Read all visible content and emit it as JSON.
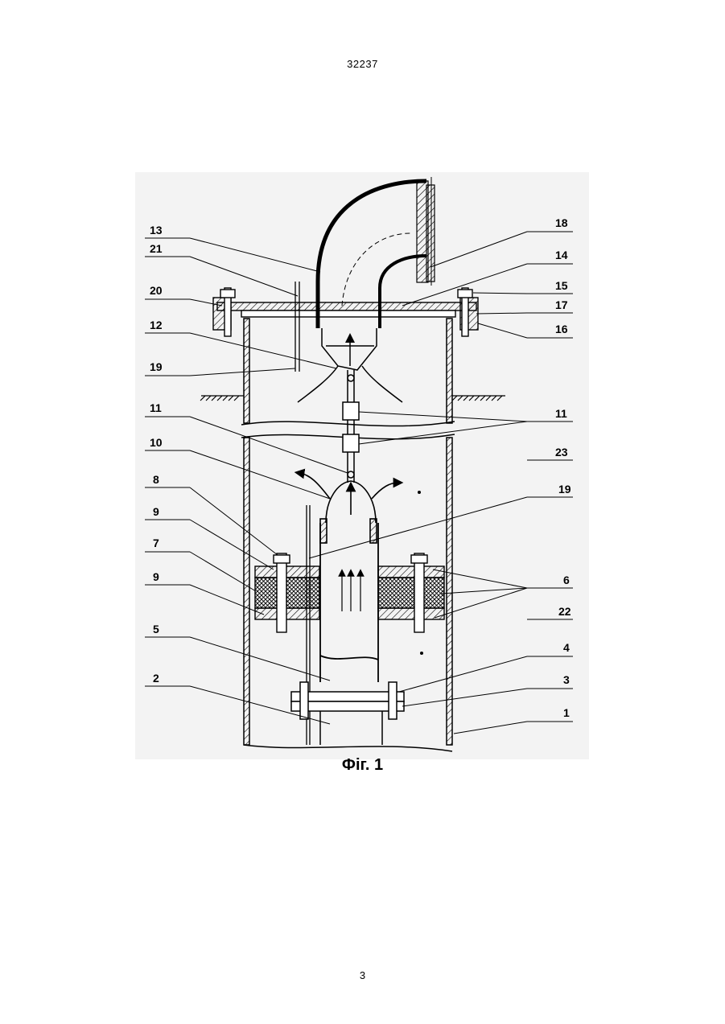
{
  "header": {
    "doc_number": "32237"
  },
  "figure": {
    "caption": "Фіг. 1",
    "callouts": {
      "c1": "1",
      "c2": "2",
      "c3": "3",
      "c4": "4",
      "c5": "5",
      "c6": "6",
      "c7": "7",
      "c8": "8",
      "c9a": "9",
      "c9b": "9",
      "c10": "10",
      "c11a": "11",
      "c11b": "11",
      "c12": "12",
      "c13": "13",
      "c14": "14",
      "c15": "15",
      "c16": "16",
      "c17": "17",
      "c18": "18",
      "c19a": "19",
      "c19b": "19",
      "c20": "20",
      "c21": "21",
      "c22": "22",
      "c23": "23"
    }
  },
  "footer": {
    "page_number": "3"
  }
}
